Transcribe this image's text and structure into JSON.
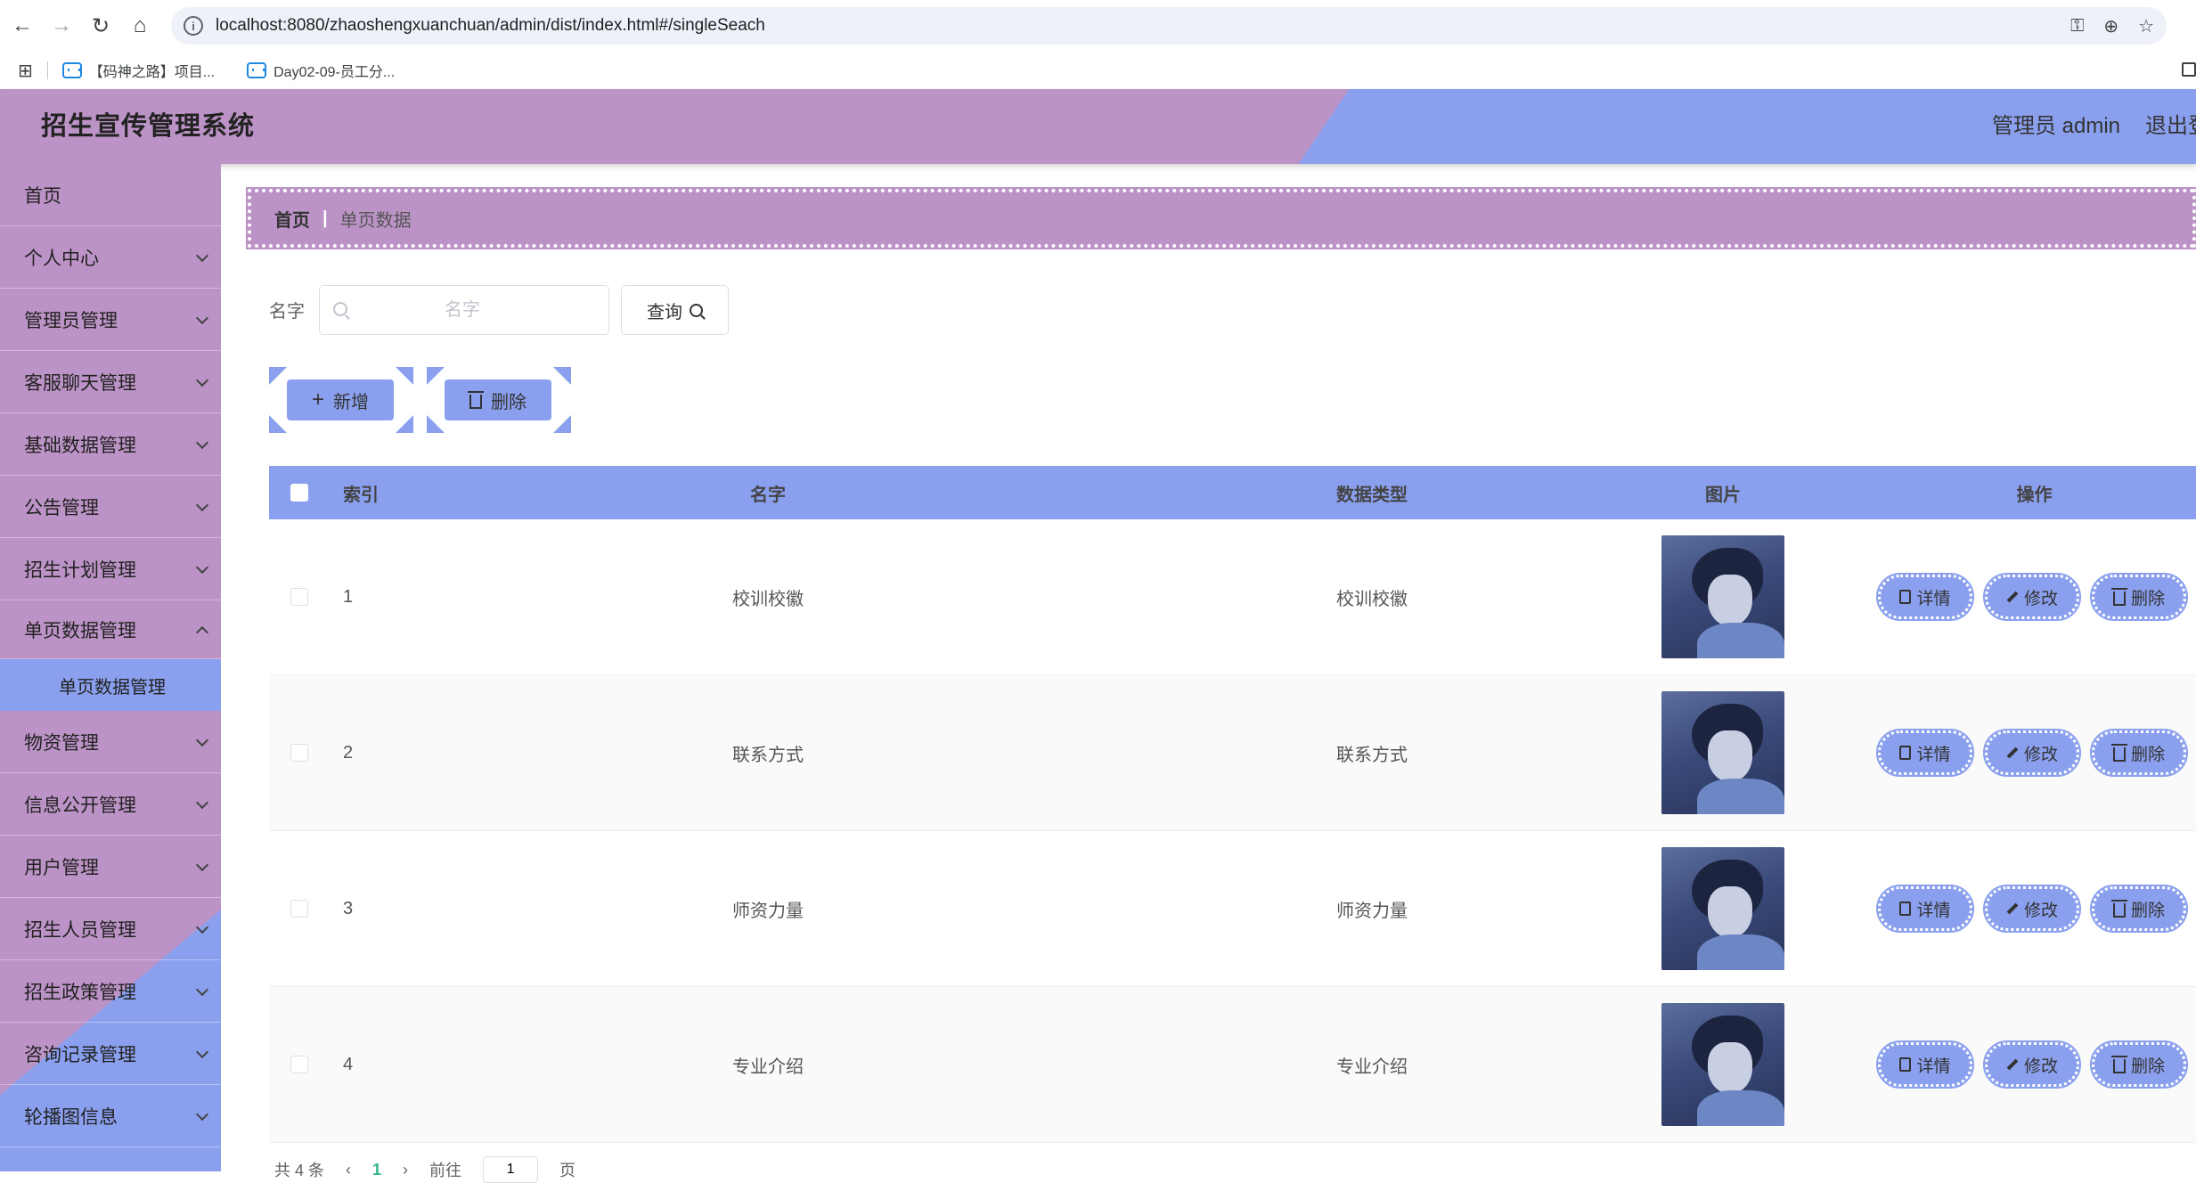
{
  "browser": {
    "url": "localhost:8080/zhaoshengxuanchuan/admin/dist/index.html#/singleSeach",
    "back_icon": "arrow-left-icon",
    "forward_icon": "arrow-right-icon",
    "bookmarks": [
      "【码神之路】项目...",
      "Day02-09-员工分..."
    ]
  },
  "header": {
    "title": "招生宣传管理系统",
    "user": "管理员 admin",
    "logout": "退出登录",
    "colors": {
      "purple": "#bc93c6",
      "blue": "#8aa0ee"
    }
  },
  "sidebar": {
    "items": [
      {
        "label": "首页",
        "has_arrow": false
      },
      {
        "label": "个人中心",
        "has_arrow": true
      },
      {
        "label": "管理员管理",
        "has_arrow": true
      },
      {
        "label": "客服聊天管理",
        "has_arrow": true
      },
      {
        "label": "基础数据管理",
        "has_arrow": true
      },
      {
        "label": "公告管理",
        "has_arrow": true
      },
      {
        "label": "招生计划管理",
        "has_arrow": true
      },
      {
        "label": "单页数据管理",
        "has_arrow": true,
        "expanded": true
      },
      {
        "label": "物资管理",
        "has_arrow": true
      },
      {
        "label": "信息公开管理",
        "has_arrow": true
      },
      {
        "label": "用户管理",
        "has_arrow": true
      },
      {
        "label": "招生人员管理",
        "has_arrow": true
      },
      {
        "label": "招生政策管理",
        "has_arrow": true
      },
      {
        "label": "咨询记录管理",
        "has_arrow": true
      },
      {
        "label": "轮播图信息",
        "has_arrow": true
      }
    ],
    "active_sub": "单页数据管理"
  },
  "breadcrumb": {
    "home": "首页",
    "separator": "|",
    "current": "单页数据"
  },
  "search": {
    "label": "名字",
    "placeholder": "名字",
    "value": "",
    "query_button": "查询"
  },
  "actions": {
    "add": "新增",
    "delete": "删除"
  },
  "table": {
    "columns": {
      "index": "索引",
      "name": "名字",
      "type": "数据类型",
      "image": "图片",
      "ops": "操作"
    },
    "rows": [
      {
        "index": "1",
        "name": "校训校徽",
        "type": "校训校徽"
      },
      {
        "index": "2",
        "name": "联系方式",
        "type": "联系方式"
      },
      {
        "index": "3",
        "name": "师资力量",
        "type": "师资力量"
      },
      {
        "index": "4",
        "name": "专业介绍",
        "type": "专业介绍"
      }
    ],
    "op_labels": {
      "detail": "详情",
      "edit": "修改",
      "delete": "删除"
    }
  },
  "pagination": {
    "total": "共 4 条",
    "current_page": "1",
    "goto_prefix": "前往",
    "goto_value": "1",
    "goto_suffix": "页"
  }
}
